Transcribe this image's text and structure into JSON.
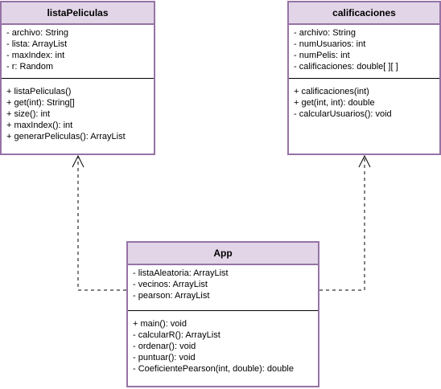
{
  "classes": {
    "listaPeliculas": {
      "name": "listaPeliculas",
      "attributes": [
        "- archivo: String",
        "- lista: ArrayList",
        "- maxIndex: int",
        "- r: Random"
      ],
      "methods": [
        "+ listaPeliculas()",
        "+ get(int): String[]",
        "+ size(): int",
        "+ maxIndex(): int",
        "+ generarPeliculas(): ArrayList"
      ]
    },
    "calificaciones": {
      "name": "calificaciones",
      "attributes": [
        "- archivo: String",
        "- numUsuarios: int",
        "- numPelis: int",
        "- calificaciones: double[ ][ ]"
      ],
      "methods": [
        "+ calificaciones(int)",
        "+ get(int, int): double",
        "- calcularUsuarios(): void"
      ]
    },
    "App": {
      "name": "App",
      "attributes": [
        "- listaAleatoria: ArrayList",
        "- vecinos: ArrayList",
        "- pearson: ArrayList"
      ],
      "methods": [
        "+ main(): void",
        "- calcularR(): ArrayList",
        "- ordenar(): void",
        "- puntuar(): void",
        "- CoeficientePearson(int,  double): double"
      ]
    }
  },
  "colors": {
    "border": "#9673a6",
    "header_fill": "#e1d5e7",
    "connector": "#000000"
  }
}
